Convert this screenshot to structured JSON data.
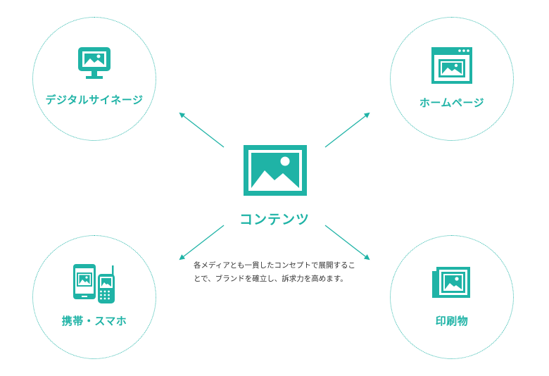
{
  "center": {
    "label": "コンテンツ",
    "icon": "image-icon"
  },
  "description": "各メディアとも一貫したコンセプトで展開することで、ブランドを確立し、訴求力を高めます。",
  "nodes": {
    "signage": {
      "label": "デジタルサイネージ",
      "icon": "monitor-icon"
    },
    "homepage": {
      "label": "ホームページ",
      "icon": "browser-window-icon"
    },
    "mobile": {
      "label": "携帯・スマホ",
      "icon": "smartphone-icon"
    },
    "print": {
      "label": "印刷物",
      "icon": "printed-matter-icon"
    }
  },
  "colors": {
    "accent": "#1fb3a6",
    "text": "#333333",
    "background": "#ffffff"
  }
}
